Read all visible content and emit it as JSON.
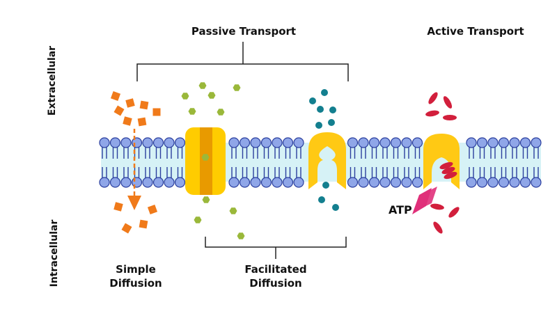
{
  "labels": {
    "passive_transport": "Passive Transport",
    "active_transport": "Active Transport",
    "extracellular": "Extracellular",
    "intracellular": "Intracellular",
    "simple_diffusion_line1": "Simple",
    "simple_diffusion_line2": "Diffusion",
    "facilitated_diffusion_line1": "Facilitated",
    "facilitated_diffusion_line2": "Diffusion",
    "atp": "ATP"
  },
  "colors": {
    "phospholipid_head": "#8fa6e8",
    "phospholipid_head_stroke": "#2b3f9e",
    "membrane_fill": "#d6f2f6",
    "tail": "#2b3f9e",
    "simple_molecule": "#f07a1a",
    "channel_protein_outer": "#ffcc00",
    "channel_protein_inner": "#e89a00",
    "green_molecule": "#9ab83a",
    "teal_molecule": "#137f8f",
    "carrier_protein": "#ffc914",
    "active_molecule": "#d21f3c",
    "atp_arrow": "#e0307a",
    "bracket": "#222222"
  }
}
